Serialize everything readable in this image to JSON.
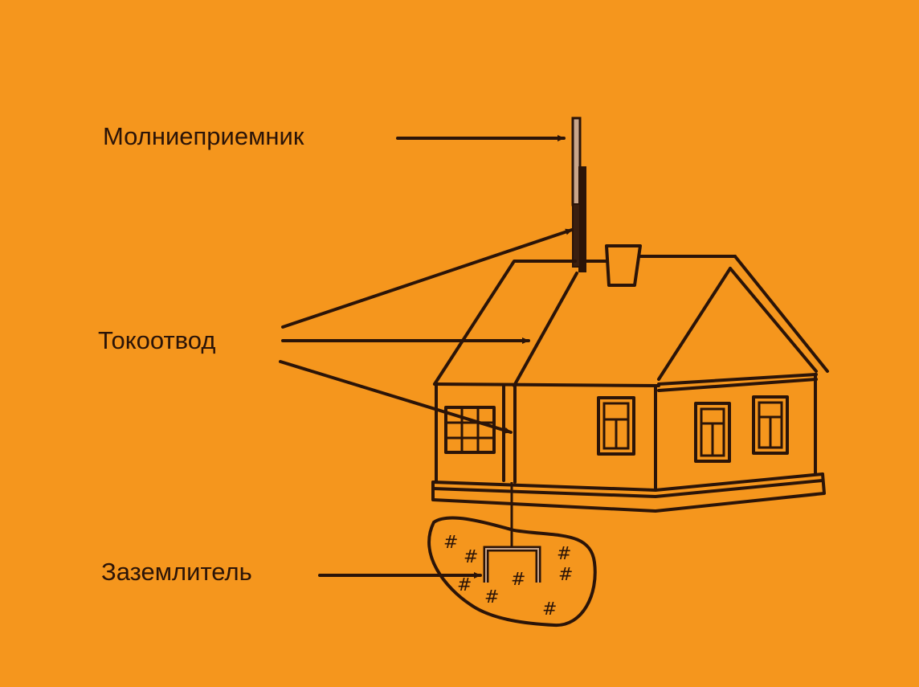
{
  "diagram": {
    "title": "",
    "background_color": "#F5961D",
    "line_color": "#2b1408",
    "labels": {
      "air_terminal": "Молниеприемник",
      "down_conductor": "Токоотвод",
      "ground_electrode": "Заземлитель"
    },
    "components": [
      {
        "id": "air_terminal",
        "name": "Молниеприемник",
        "arrows": 1
      },
      {
        "id": "down_conductor",
        "name": "Токоотвод",
        "arrows": 3
      },
      {
        "id": "ground_electrode",
        "name": "Заземлитель",
        "arrows": 1
      }
    ]
  }
}
